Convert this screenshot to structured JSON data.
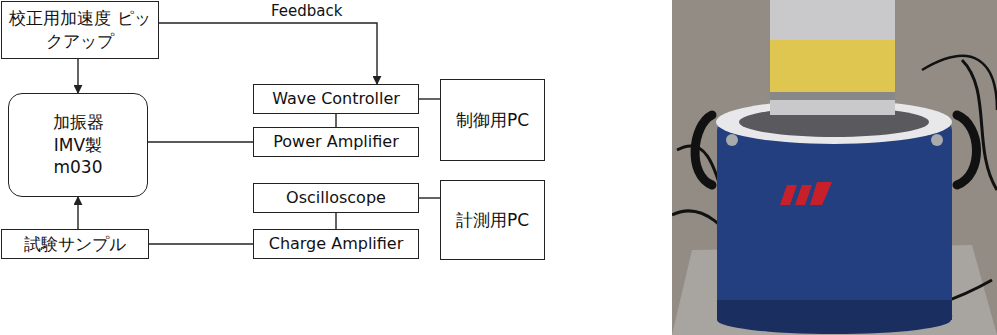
{
  "diagram": {
    "nodes": [
      {
        "text": [
          "校正用加速度 ピックアップ"
        ]
      },
      {
        "text": [
          "加振器 IMV製 m030"
        ]
      },
      {
        "text": [
          "Wave Controller"
        ]
      },
      {
        "text": [
          "制御用PC"
        ]
      },
      {
        "text": [
          "Power Amplifier"
        ]
      },
      {
        "text": [
          "Oscilloscope"
        ]
      },
      {
        "text": [
          "計測用PC"
        ]
      },
      {
        "text": [
          "試験サンプル"
        ]
      },
      {
        "text": [
          "Charge Amplifier"
        ]
      }
    ],
    "edges": [
      {
        "from": 0,
        "to": 2,
        "arrow": "to",
        "label": "Feedback"
      },
      {
        "from": 0,
        "to": 1,
        "arrow": "to"
      },
      {
        "from": 2,
        "to": 3,
        "arrow": "none"
      },
      {
        "from": 2,
        "to": 4,
        "arrow": "none"
      },
      {
        "from": 4,
        "to": 1,
        "arrow": "none"
      },
      {
        "from": 5,
        "to": 6,
        "arrow": "none"
      },
      {
        "from": 5,
        "to": 8,
        "arrow": "none"
      },
      {
        "from": 8,
        "to": 7,
        "arrow": "none"
      },
      {
        "from": 7,
        "to": 1,
        "arrow": "to"
      }
    ]
  }
}
